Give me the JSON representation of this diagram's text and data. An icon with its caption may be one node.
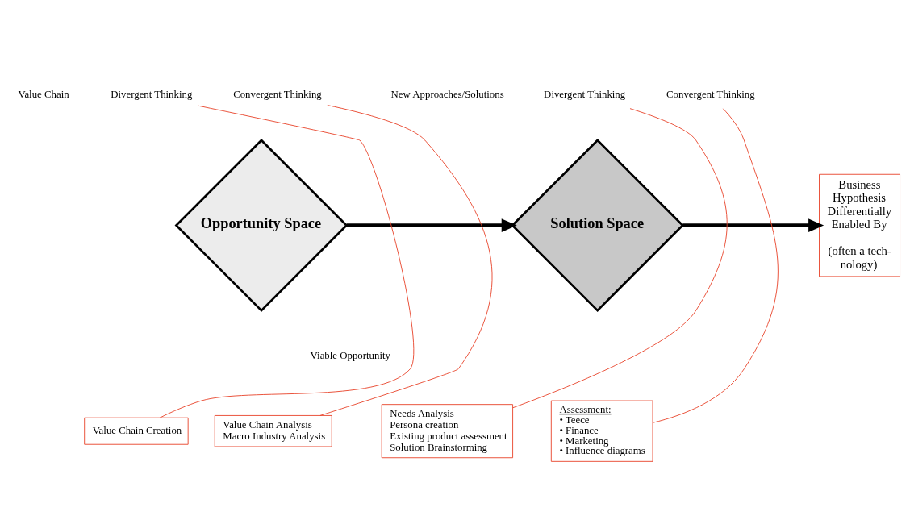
{
  "diagram": {
    "nodes": [
      {
        "text": [
          "Opportunity Space"
        ]
      },
      {
        "text": [
          "Solution Space"
        ]
      },
      {
        "text": [
          "Business Hypothesis Differentially Enabled By",
          "________",
          "(often a tech- nology)"
        ]
      },
      {
        "text": [
          "Divergent Thinking"
        ]
      },
      {
        "text": [
          "Convergent Thinking"
        ]
      },
      {
        "text": [
          "Divergent Thinking"
        ]
      },
      {
        "text": [
          "Convergent Thinking"
        ]
      },
      {
        "text": [
          "Value Chain Creation"
        ]
      },
      {
        "text": [
          "Value Chain Analysis",
          "Macro Industry Analysis"
        ]
      },
      {
        "text": [
          "Needs Analysis",
          "Persona creation",
          "Existing product assessment",
          "Solution Brainstorming"
        ]
      },
      {
        "text": [
          "Assessment:",
          "• Teece",
          "• Finance",
          "• Marketing",
          "• Influence diagrams"
        ]
      }
    ],
    "edges": [
      {
        "from": 0,
        "to": 1,
        "arrow": "to",
        "style": "thick",
        "color": "#000000"
      },
      {
        "from": 1,
        "to": 2,
        "arrow": "to",
        "style": "thick",
        "color": "#000000"
      },
      {
        "from": 7,
        "to": 3,
        "arrow": "none",
        "color": "#e8452c"
      },
      {
        "from": 8,
        "to": 4,
        "arrow": "none",
        "color": "#e8452c"
      },
      {
        "from": 9,
        "to": 5,
        "arrow": "none",
        "color": "#e8452c"
      },
      {
        "from": 10,
        "to": 6,
        "arrow": "none",
        "color": "#e8452c"
      }
    ],
    "labels": [
      "Value Chain",
      "New Approaches/Solutions",
      "Viable Opportunity"
    ]
  }
}
